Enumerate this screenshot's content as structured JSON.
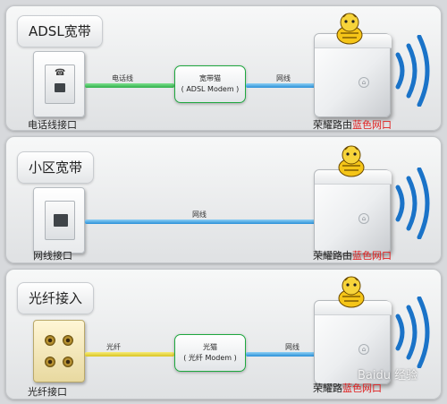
{
  "panels": [
    {
      "title": "ADSL宽带",
      "socket_caption": "电话线接口",
      "cable1_label": "电话线",
      "device_line1": "宽带猫",
      "device_line2": "( ADSL Modem )",
      "cable2_label": "网线",
      "router_caption_prefix": "荣耀路由",
      "router_caption_highlight": "蓝色",
      "router_caption_suffix": "网口"
    },
    {
      "title": "小区宽带",
      "socket_caption": "网线接口",
      "cable_label": "网线",
      "router_caption_prefix": "荣耀路由",
      "router_caption_highlight": "蓝色",
      "router_caption_suffix": "网口"
    },
    {
      "title": "光纤接入",
      "socket_caption": "光纤接口",
      "cable1_label": "光纤",
      "device_line1": "光猫",
      "device_line2": "( 光纤 Modem )",
      "cable2_label": "网线",
      "router_caption_prefix": "荣耀路",
      "router_caption_highlight": "蓝色",
      "router_caption_suffix": "网口"
    }
  ],
  "watermark": "Baidu 经验",
  "colors": {
    "phone_cable": "#2eb04a",
    "ethernet_cable": "#2a90d8",
    "fiber_cable": "#d9c421",
    "highlight_text": "#e02020",
    "signal_waves": "#1a73c8"
  }
}
